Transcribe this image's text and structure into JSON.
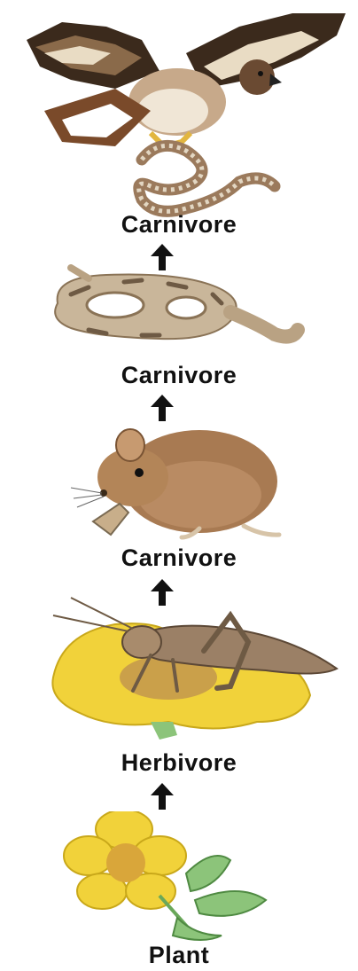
{
  "levels": [
    {
      "organism": "hawk",
      "label": "Carnivore"
    },
    {
      "organism": "snake",
      "label": "Carnivore"
    },
    {
      "organism": "mouse",
      "label": "Carnivore"
    },
    {
      "organism": "grasshopper",
      "label": "Herbivore"
    },
    {
      "organism": "flower",
      "label": "Plant"
    }
  ],
  "colors": {
    "label": "#111111",
    "arrow": "#111111",
    "feather_dark": "#3b2a1c",
    "feather_light": "#e9dcc4",
    "fur": "#a87a52",
    "petal": "#f1d23a",
    "leaf": "#8cc47a",
    "insect": "#9b8066"
  }
}
